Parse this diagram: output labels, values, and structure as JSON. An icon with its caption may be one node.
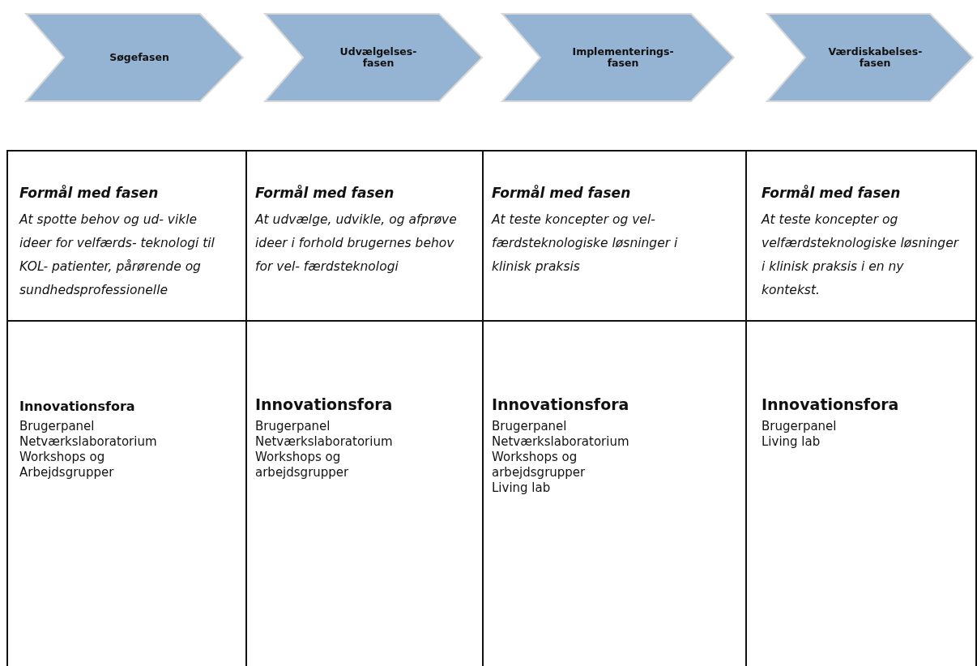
{
  "diagram": {
    "nodes": [
      {
        "text": [
          "Søgefasen"
        ]
      },
      {
        "text": [
          "Udvælgelses- fasen"
        ]
      },
      {
        "text": [
          "Implementerings- fasen"
        ]
      },
      {
        "text": [
          "Værdiskabelses- fasen"
        ]
      }
    ],
    "labels": [
      "Formål med fasen",
      "At spotte behov og ud- vikle ideer for velfærds- teknologi til KOL- patienter, pårørende og sundhedsprofessionelle",
      "Formål med fasen",
      "At udvælge, udvikle, og afprøve ideer i forhold brugernes behov for vel- færdsteknologi",
      "Formål med fasen",
      "At teste koncepter og vel- færdsteknologiske løsninger i klinisk praksis",
      "Formål med fasen",
      "At teste koncepter og velfærdsteknologiske løsninger i klinisk praksis i en ny kontekst.",
      "Innovationsfora",
      "Brugerpanel",
      "Netværkslaboratorium",
      "Workshops og Arbejdsgrupper",
      "Innovationsfora",
      "Brugerpanel",
      "Netværkslaboratorium",
      "Workshops og arbejdsgrupper",
      "Innovationsfora",
      "Brugerpanel",
      "Netværkslaboratorium",
      "Workshops og arbejdsgrupper",
      "Living lab",
      "Innovationsfora",
      "Brugerpanel",
      "Living lab"
    ]
  }
}
